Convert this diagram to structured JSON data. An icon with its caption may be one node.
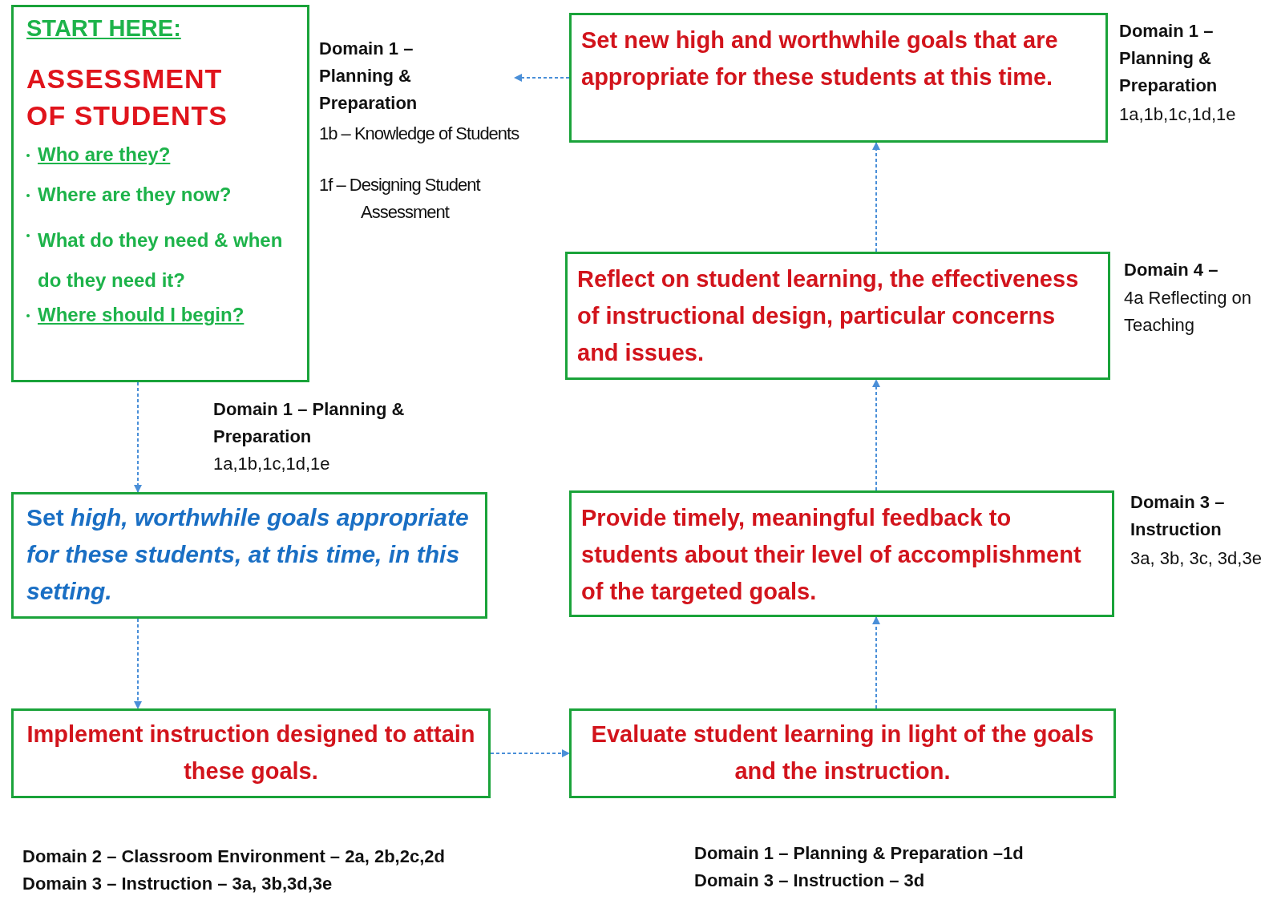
{
  "diagram": {
    "nodes": [
      {
        "text": [
          "START HERE:",
          "ASSESSMENT OF STUDENTS",
          "Who are they?",
          "Where are they now?",
          "What do they need & when do they need it?",
          "Where should I begin?"
        ]
      },
      {
        "text": [
          "Set *high, worthwhile goals appropriate for these students, at this time, in this setting.*"
        ],
        "beside": [
          "Domain 1 – Planning & Preparation",
          "1a,1b,1c,1d,1e"
        ]
      },
      {
        "text": [
          "Implement instruction designed to attain these goals."
        ],
        "beside": [
          "Domain 2 – Classroom Environment – 2a, 2b,2c,2d",
          "Domain 3 – Instruction – 3a, 3b,3d,3e"
        ]
      },
      {
        "text": [
          "Evaluate student learning in light of the goals and the instruction."
        ],
        "beside": [
          "Domain 1 – Planning & Preparation –1d",
          "Domain 3 – Instruction – 3d"
        ]
      },
      {
        "text": [
          "Provide timely, meaningful feedback to students about their level of accomplishment of the targeted goals."
        ],
        "beside": [
          "Domain 3 – Instruction",
          "3a, 3b, 3c, 3d,3e"
        ]
      },
      {
        "text": [
          "Reflect on student learning, the effectiveness of instructional design, particular concerns and issues."
        ],
        "beside": [
          "Domain 4 –",
          "4a Reflecting on Teaching"
        ]
      },
      {
        "text": [
          "Set new high and worthwhile goals that are appropriate for these students at this time."
        ],
        "beside": [
          "Domain 1 – Planning & Preparation",
          "1a,1b,1c,1d,1e"
        ]
      },
      {
        "text": [
          "Domain 1 – Planning & Preparation",
          "1b – Knowledge of Students",
          "1f – Designing Student Assessment"
        ]
      }
    ],
    "edges": [
      {
        "from": 0,
        "to": 1,
        "arrow": "to",
        "style": "dashed"
      },
      {
        "from": 1,
        "to": 2,
        "arrow": "to",
        "style": "dashed"
      },
      {
        "from": 2,
        "to": 3,
        "arrow": "to",
        "style": "dashed"
      },
      {
        "from": 3,
        "to": 4,
        "arrow": "to",
        "style": "dashed"
      },
      {
        "from": 4,
        "to": 5,
        "arrow": "to",
        "style": "dashed"
      },
      {
        "from": 5,
        "to": 6,
        "arrow": "to",
        "style": "dashed"
      },
      {
        "from": 6,
        "to": 7,
        "arrow": "to",
        "style": "dashed"
      }
    ]
  }
}
